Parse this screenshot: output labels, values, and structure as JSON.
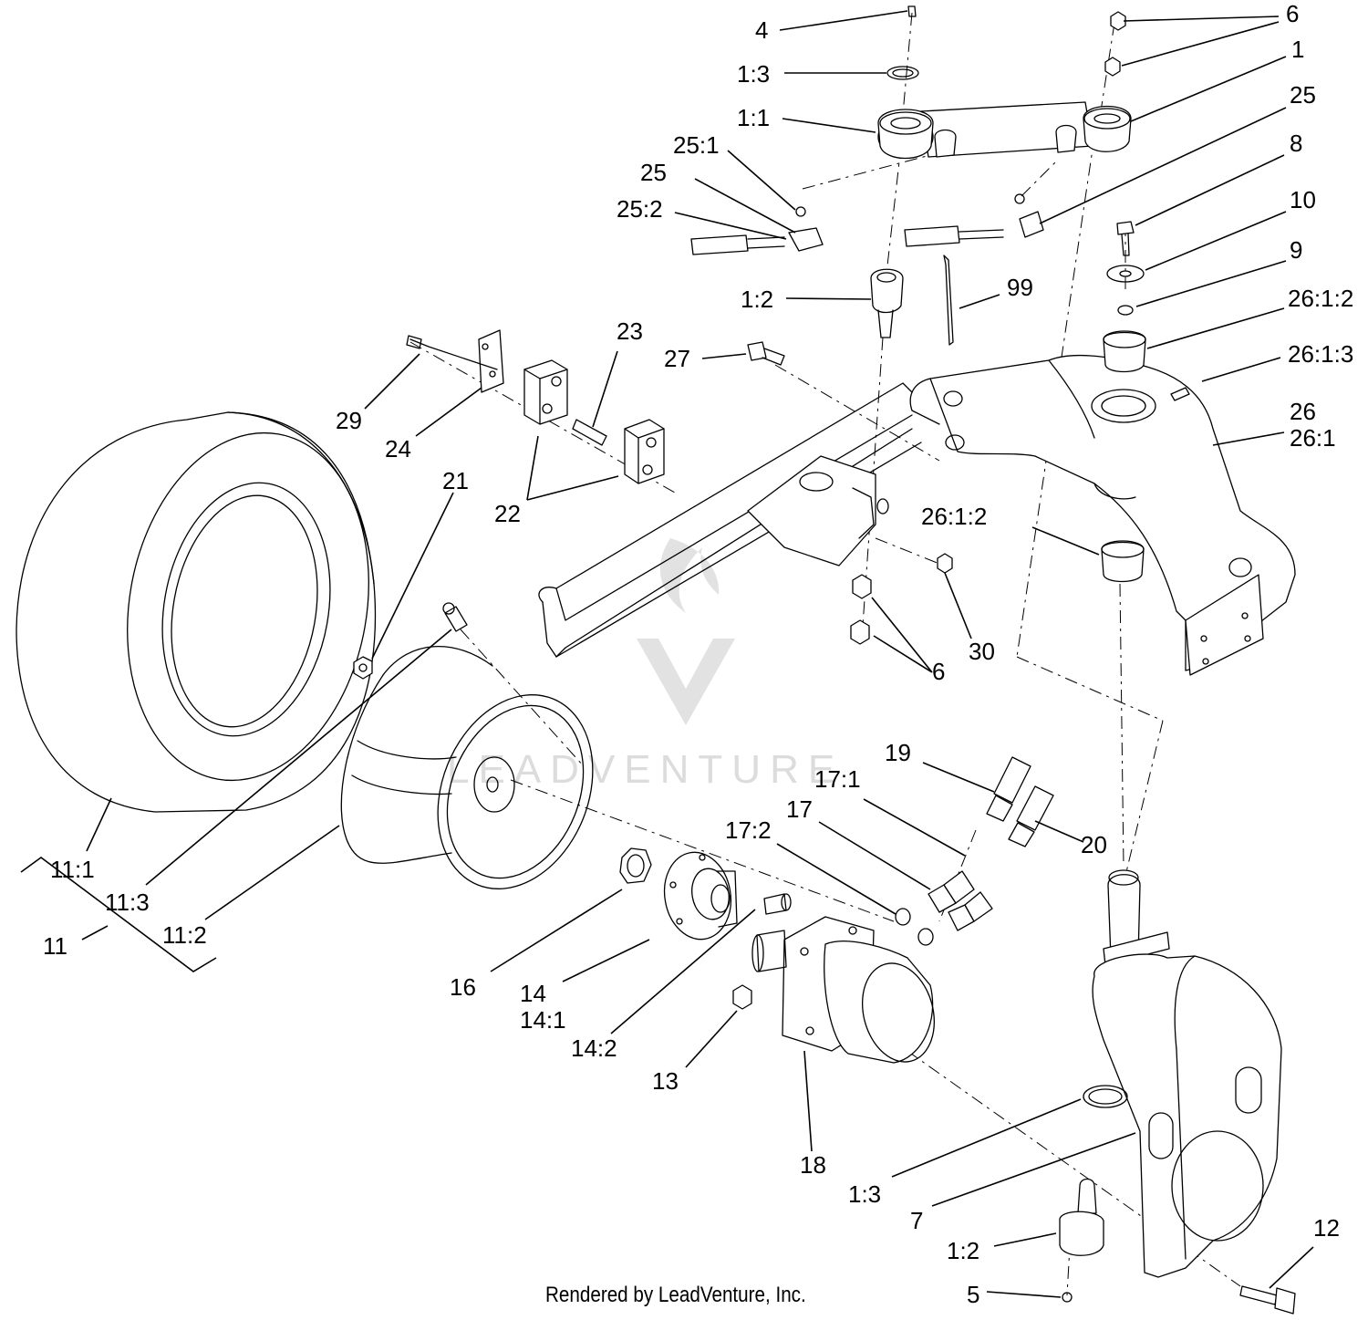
{
  "watermark": {
    "text": "LEADVENTURE"
  },
  "footer": {
    "text": "Rendered by LeadVenture, Inc."
  },
  "callouts": [
    {
      "id": "c01",
      "text": "4"
    },
    {
      "id": "c02",
      "text": "1:3"
    },
    {
      "id": "c03",
      "text": "1:1"
    },
    {
      "id": "c04",
      "text": "25:1"
    },
    {
      "id": "c05",
      "text": "25"
    },
    {
      "id": "c06",
      "text": "25:2"
    },
    {
      "id": "c07",
      "text": "6"
    },
    {
      "id": "c08",
      "text": "1"
    },
    {
      "id": "c09",
      "text": "25"
    },
    {
      "id": "c10",
      "text": "8"
    },
    {
      "id": "c11",
      "text": "10"
    },
    {
      "id": "c12",
      "text": "9"
    },
    {
      "id": "c13",
      "text": "26:1:2"
    },
    {
      "id": "c14",
      "text": "26:1:3"
    },
    {
      "id": "c15",
      "text": "26"
    },
    {
      "id": "c16",
      "text": "26:1"
    },
    {
      "id": "c17",
      "text": "1:2"
    },
    {
      "id": "c18",
      "text": "99"
    },
    {
      "id": "c19",
      "text": "27"
    },
    {
      "id": "c20",
      "text": "23"
    },
    {
      "id": "c21",
      "text": "29"
    },
    {
      "id": "c22",
      "text": "24"
    },
    {
      "id": "c23",
      "text": "21"
    },
    {
      "id": "c24",
      "text": "22"
    },
    {
      "id": "c25",
      "text": "26:1:2"
    },
    {
      "id": "c26",
      "text": "30"
    },
    {
      "id": "c27",
      "text": "6"
    },
    {
      "id": "c28",
      "text": "19"
    },
    {
      "id": "c29",
      "text": "17:1"
    },
    {
      "id": "c30",
      "text": "17"
    },
    {
      "id": "c31",
      "text": "17:2"
    },
    {
      "id": "c32",
      "text": "20"
    },
    {
      "id": "c33",
      "text": "11:1"
    },
    {
      "id": "c34",
      "text": "11:3"
    },
    {
      "id": "c35",
      "text": "11:2"
    },
    {
      "id": "c36",
      "text": "11"
    },
    {
      "id": "c37",
      "text": "16"
    },
    {
      "id": "c38",
      "text": "14"
    },
    {
      "id": "c39",
      "text": "14:1"
    },
    {
      "id": "c40",
      "text": "14:2"
    },
    {
      "id": "c41",
      "text": "13"
    },
    {
      "id": "c42",
      "text": "18"
    },
    {
      "id": "c43",
      "text": "1:3"
    },
    {
      "id": "c44",
      "text": "7"
    },
    {
      "id": "c45",
      "text": "1:2"
    },
    {
      "id": "c46",
      "text": "12"
    },
    {
      "id": "c47",
      "text": "5"
    }
  ]
}
